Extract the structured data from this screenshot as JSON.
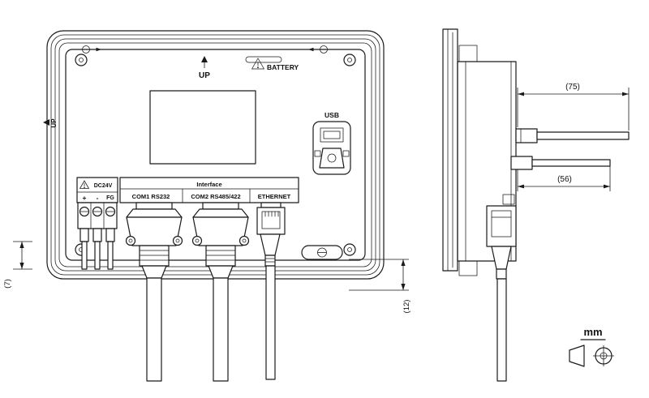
{
  "colors": {
    "line": "#1a1a1a",
    "background": "#ffffff"
  },
  "rear_view": {
    "orientation_label": "UP",
    "battery_label": "BATTERY",
    "side_orientation_label": "UP",
    "usb_label": "USB",
    "interface": {
      "title": "Interface",
      "ports": [
        "COM1 RS232",
        "COM2 RS485/422",
        "ETHERNET"
      ]
    },
    "power": {
      "label": "DC24V",
      "terminals": [
        "+",
        "-",
        "FG"
      ]
    }
  },
  "dimensions": {
    "cable_depth": "(75)",
    "connector_depth": "(56)",
    "wire_offset": "(7)",
    "bottom_offset": "(12)"
  },
  "units": {
    "label": "mm"
  }
}
